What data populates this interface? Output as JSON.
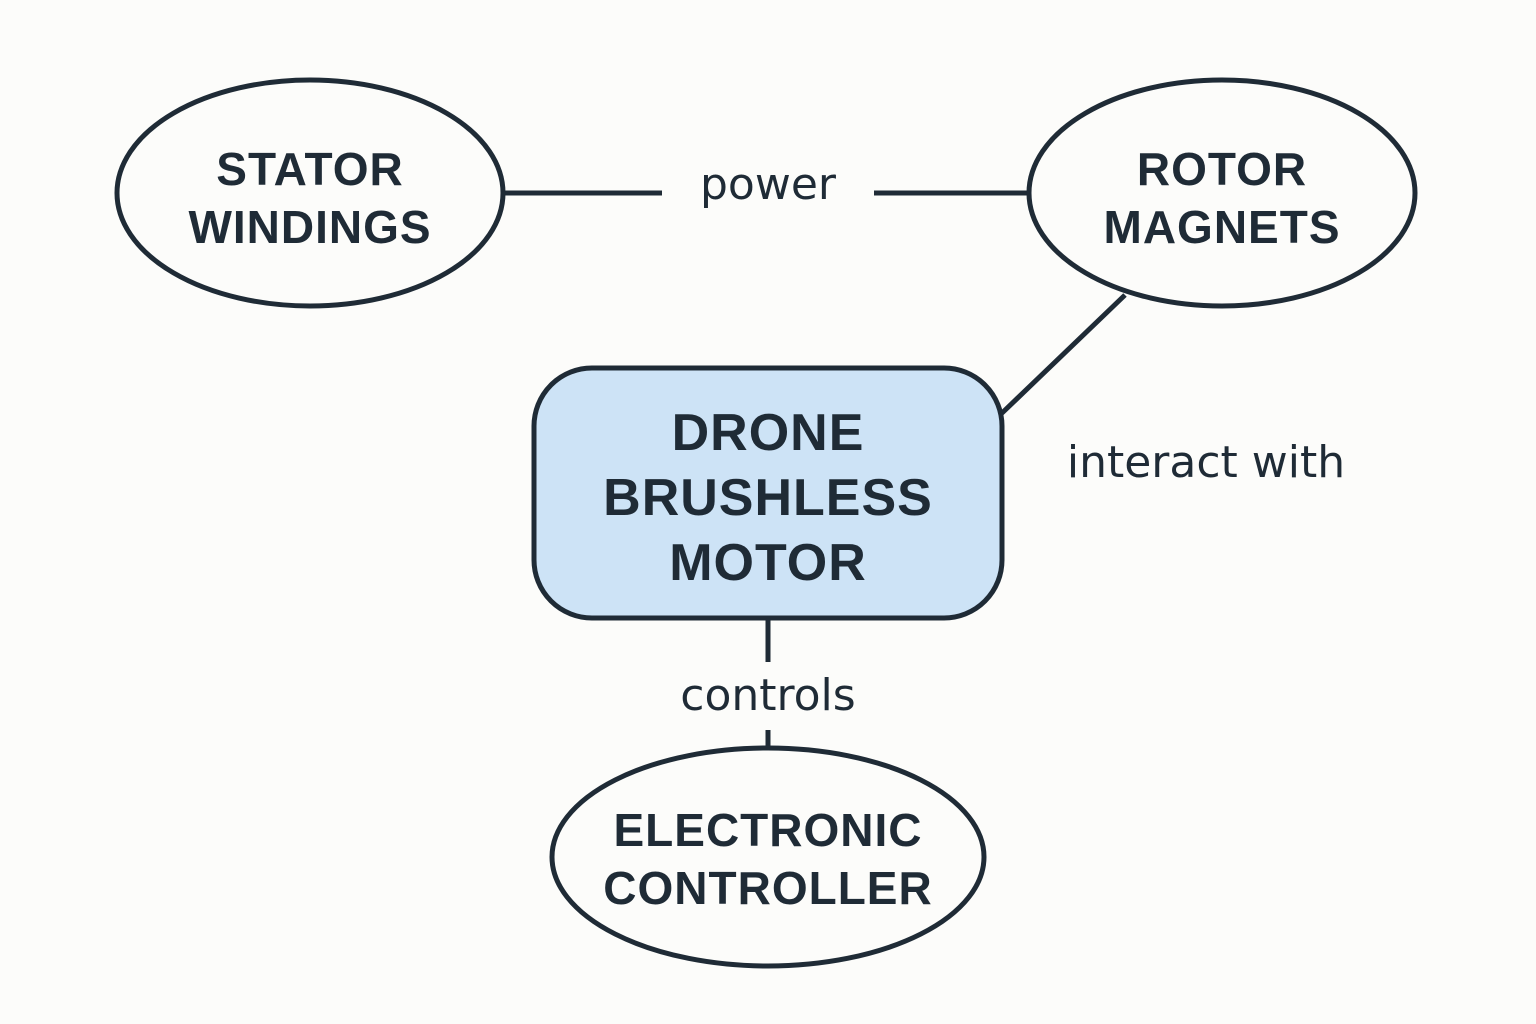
{
  "colors": {
    "background": "#fcfcfa",
    "stroke": "#1f2b36",
    "text": "#1f2b36",
    "center_fill": "#cde3f6"
  },
  "nodes": {
    "stator": {
      "line1": "STATOR",
      "line2": "WINDINGS"
    },
    "rotor": {
      "line1": "ROTOR",
      "line2": "MAGNETS"
    },
    "motor": {
      "line1": "DRONE",
      "line2": "BRUSHLESS",
      "line3": "MOTOR"
    },
    "controller": {
      "line1": "ELECTRONIC",
      "line2": "CONTROLLER"
    }
  },
  "edges": {
    "stator_rotor": "power",
    "motor_rotor": "interact with",
    "motor_controller": "controls"
  }
}
